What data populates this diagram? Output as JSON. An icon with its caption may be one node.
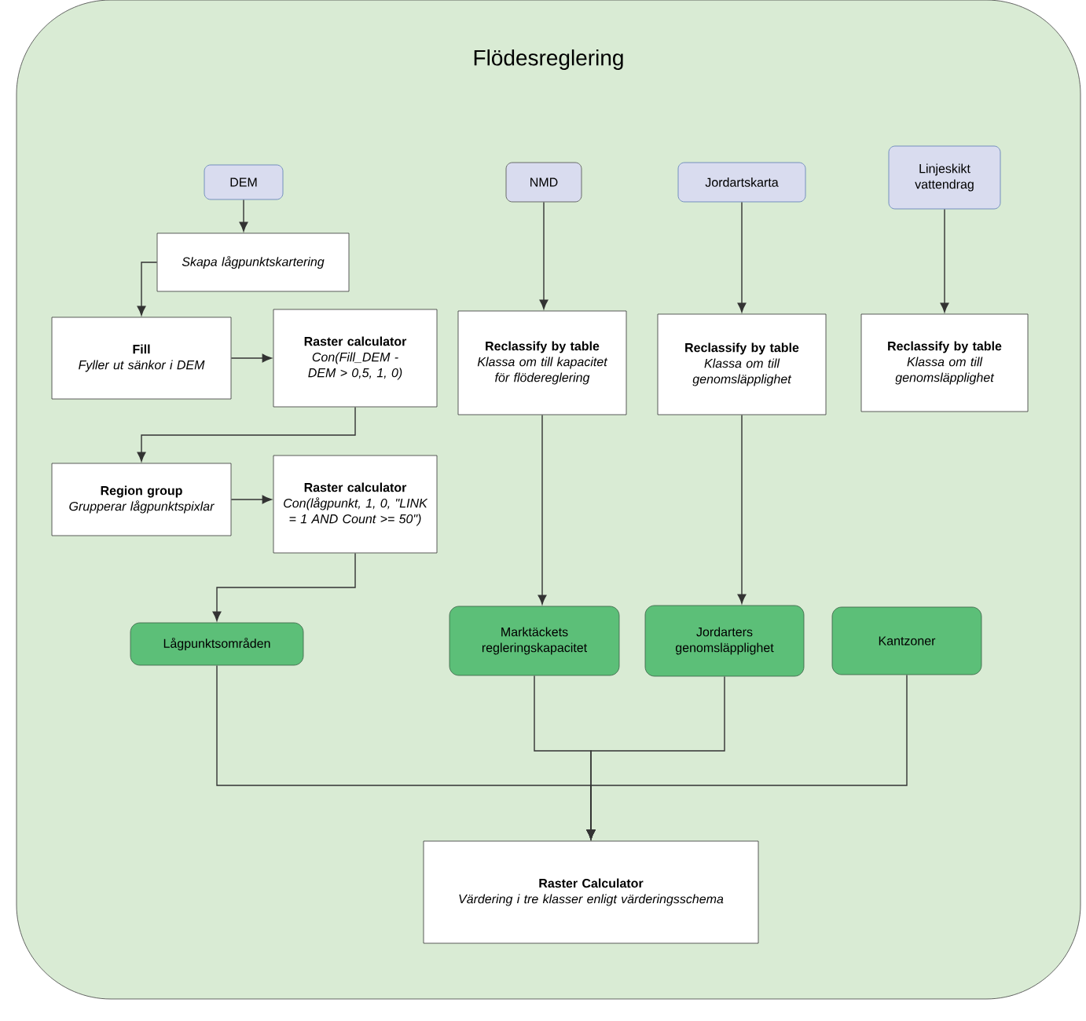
{
  "diagram": {
    "nodes": [
      {
        "text": [
          "Flödesreglering"
        ]
      },
      {
        "text": [
          "DEM"
        ],
        "in": 0
      },
      {
        "text": [
          "Skapa lågpunktskartering"
        ],
        "in": 0
      },
      {
        "text": [
          "Fill",
          "Fyller ut sänkor i DEM"
        ],
        "in": 0
      },
      {
        "text": [
          "Raster calculator",
          "Con(Fill_DEM - DEM > 0,5, 1, 0)"
        ],
        "in": 0
      },
      {
        "text": [
          "Region group",
          "Grupperar lågpunktspixlar"
        ],
        "in": 0
      },
      {
        "text": [
          "Raster calculator",
          "Con(lågpunkt, 1, 0, \"LINK = 1 AND Count >= 50\")"
        ],
        "in": 0
      },
      {
        "text": [
          "NMD"
        ],
        "in": 0
      },
      {
        "text": [
          "Jordartskarta"
        ],
        "in": 0
      },
      {
        "text": [
          "Linjeskikt vattendrag"
        ],
        "in": 0
      },
      {
        "text": [
          "Reclassify by table",
          "Klassa om till kapacitet för flödereglering"
        ],
        "in": 0
      },
      {
        "text": [
          "Reclassify by table",
          "Klassa om till genomsläpplighet"
        ],
        "in": 0
      },
      {
        "text": [
          "Reclassify by table",
          "Klassa om till genomsläpplighet"
        ],
        "in": 0
      },
      {
        "text": [
          "Lågpunktsområden"
        ],
        "in": 0
      },
      {
        "text": [
          "Marktäckets regleringskapacitet"
        ],
        "in": 0
      },
      {
        "text": [
          "Jordarters genomsläpplighet"
        ],
        "in": 0
      },
      {
        "text": [
          "Kantzoner"
        ],
        "in": 0
      },
      {
        "text": [
          "Raster Calculator",
          "Värdering i tre klasser enligt värderingsschema"
        ],
        "in": 0
      }
    ],
    "edges": [
      {
        "from": 1,
        "to": 2,
        "arrow": "to"
      },
      {
        "from": 2,
        "to": 3,
        "arrow": "to"
      },
      {
        "from": 3,
        "to": 4,
        "arrow": "to"
      },
      {
        "from": 4,
        "to": 5,
        "arrow": "to"
      },
      {
        "from": 5,
        "to": 6,
        "arrow": "to"
      },
      {
        "from": 6,
        "to": 13,
        "arrow": "to"
      },
      {
        "from": 7,
        "to": 10,
        "arrow": "to"
      },
      {
        "from": 8,
        "to": 11,
        "arrow": "to"
      },
      {
        "from": 9,
        "to": 12,
        "arrow": "to"
      },
      {
        "from": 10,
        "to": 14,
        "arrow": "to"
      },
      {
        "from": 11,
        "to": 15,
        "arrow": "to"
      },
      {
        "from": 13,
        "to": 17,
        "arrow": "to"
      },
      {
        "from": 14,
        "to": 17,
        "arrow": "to"
      },
      {
        "from": 15,
        "to": 17,
        "arrow": "to"
      },
      {
        "from": 16,
        "to": 17,
        "arrow": "to"
      }
    ]
  }
}
